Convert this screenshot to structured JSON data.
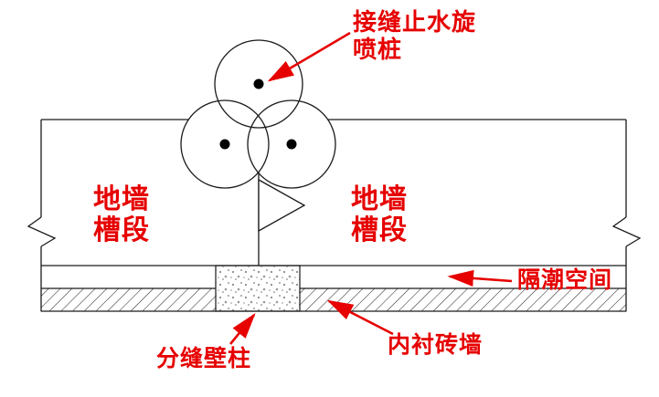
{
  "diagram": {
    "title_hint": "diaphragm wall joint waterstop detail",
    "labels": {
      "jet_pile": {
        "line1": "接缝止水旋",
        "line2": "喷桩"
      },
      "wall_left": {
        "line1": "地墙",
        "line2": "槽段"
      },
      "wall_right": {
        "line1": "地墙",
        "line2": "槽段"
      },
      "damp_space": "隔潮空间",
      "joint_pilaster": "分缝壁柱",
      "brick_wall": "内衬砖墙"
    },
    "colors": {
      "label": "#e60000",
      "line": "#1a1a1a"
    }
  }
}
